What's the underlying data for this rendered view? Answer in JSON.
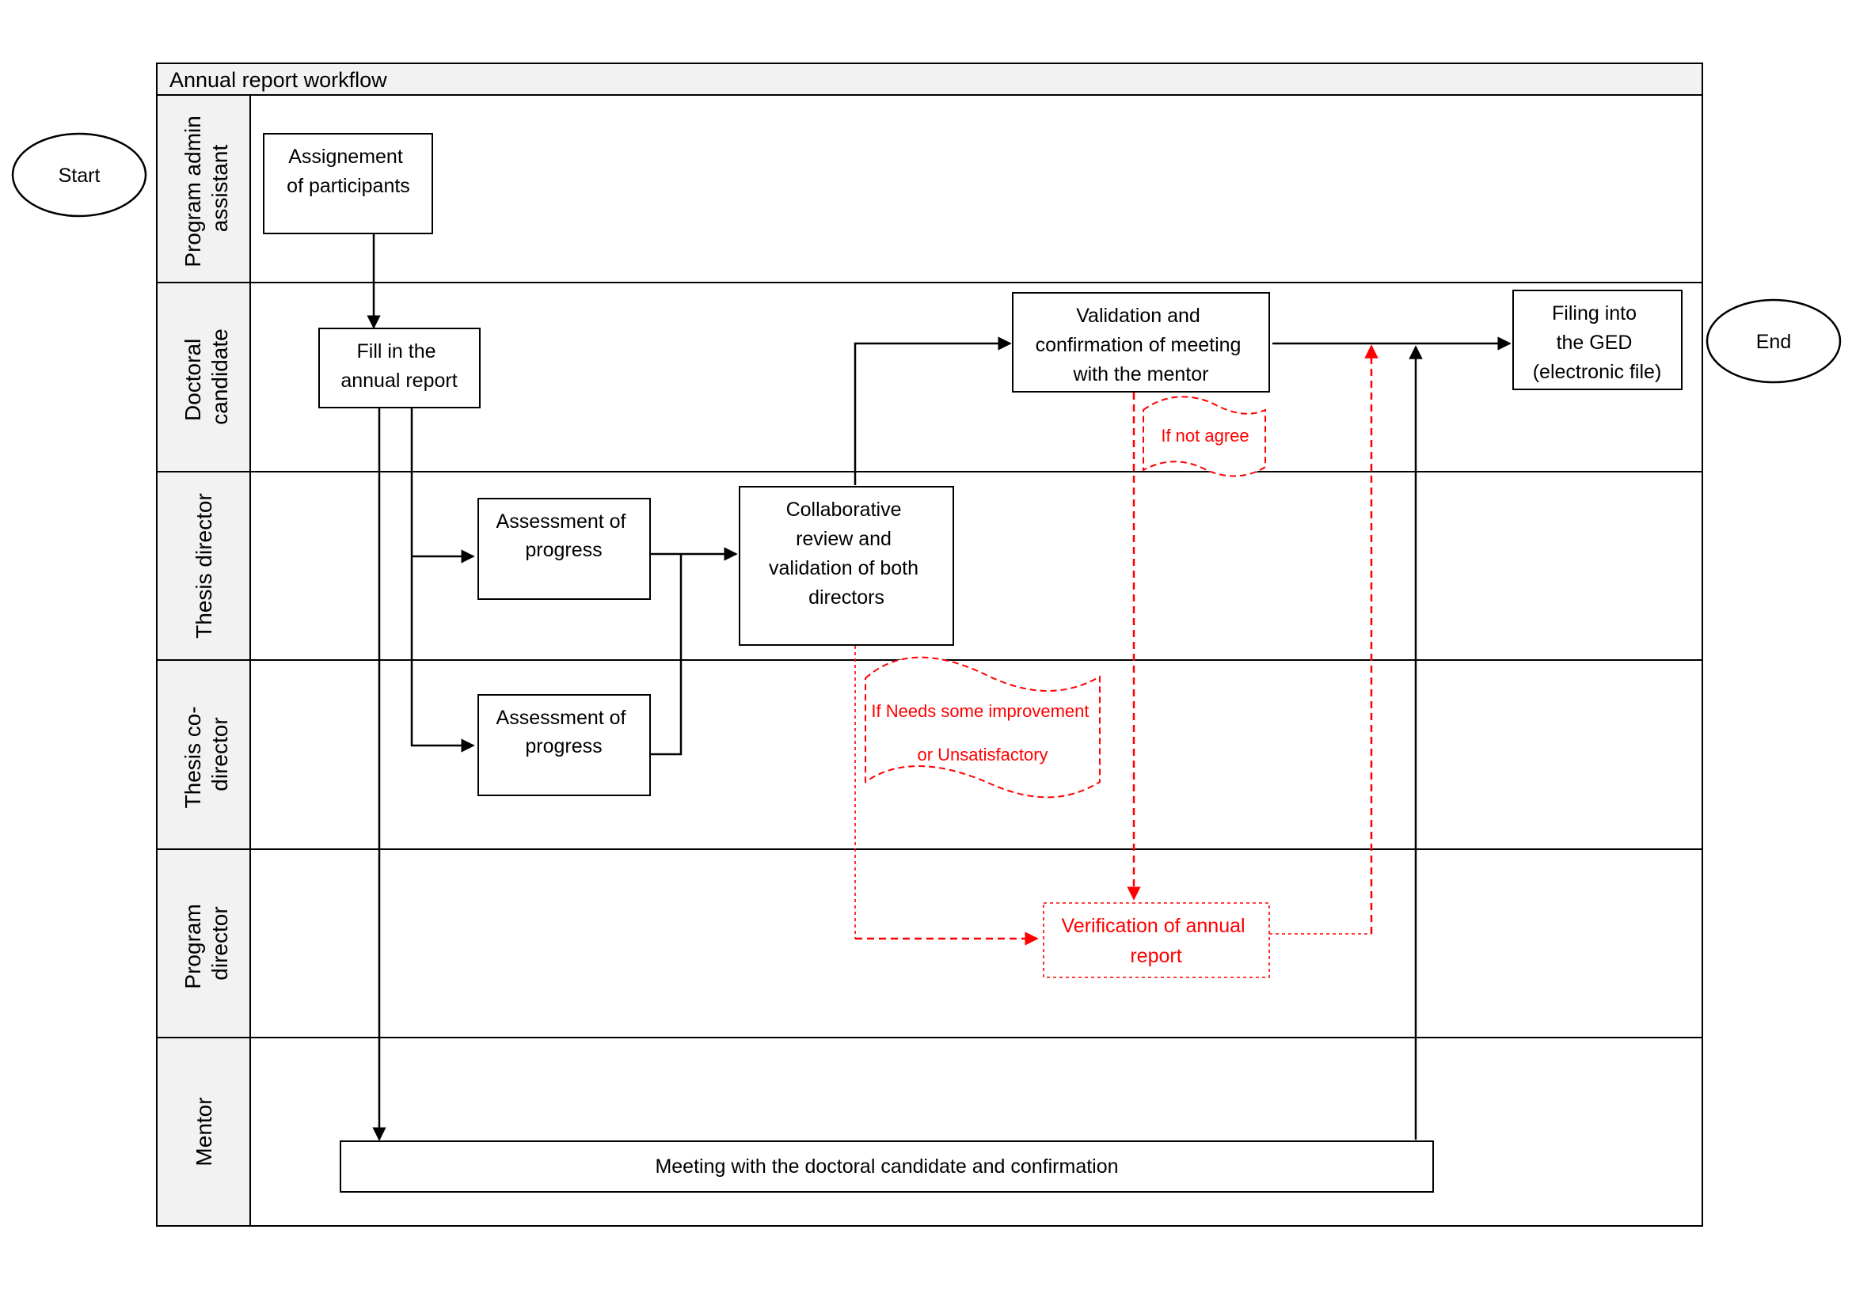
{
  "title": "Annual report workflow",
  "lanes": [
    {
      "label_lines": [
        "Program admin",
        "assistant"
      ]
    },
    {
      "label_lines": [
        "Doctoral",
        "candidate"
      ]
    },
    {
      "label_lines": [
        "Thesis director"
      ]
    },
    {
      "label_lines": [
        "Thesis co-",
        "director"
      ]
    },
    {
      "label_lines": [
        "Program",
        "director"
      ]
    },
    {
      "label_lines": [
        "Mentor"
      ]
    }
  ],
  "terminals": {
    "start": "Start",
    "end": "End"
  },
  "steps": {
    "assignment": [
      "Assignement",
      "of participants"
    ],
    "fill_report": [
      "Fill in the",
      "annual report"
    ],
    "assessment_director": [
      "Assessment of",
      "progress"
    ],
    "assessment_codirector": [
      "Assessment of",
      "progress"
    ],
    "collaborative_review": [
      "Collaborative",
      "review and",
      "validation of both",
      "directors"
    ],
    "validation_mentor": [
      "Validation and",
      "confirmation of meeting",
      "with the mentor"
    ],
    "filing": [
      "Filing into",
      "the GED",
      "(electronic file)"
    ],
    "verification": [
      "Verification of annual",
      "report"
    ],
    "mentor_meeting": [
      "Meeting with the doctoral candidate and confirmation"
    ]
  },
  "conditions": {
    "not_agree": [
      "If not agree"
    ],
    "needs_improvement": [
      "If Needs some improvement",
      "or Unsatisfactory"
    ]
  },
  "colors": {
    "line": "#000000",
    "conditional": "#ff0000",
    "lane_header": "#f2f2f2",
    "background": "#ffffff"
  }
}
